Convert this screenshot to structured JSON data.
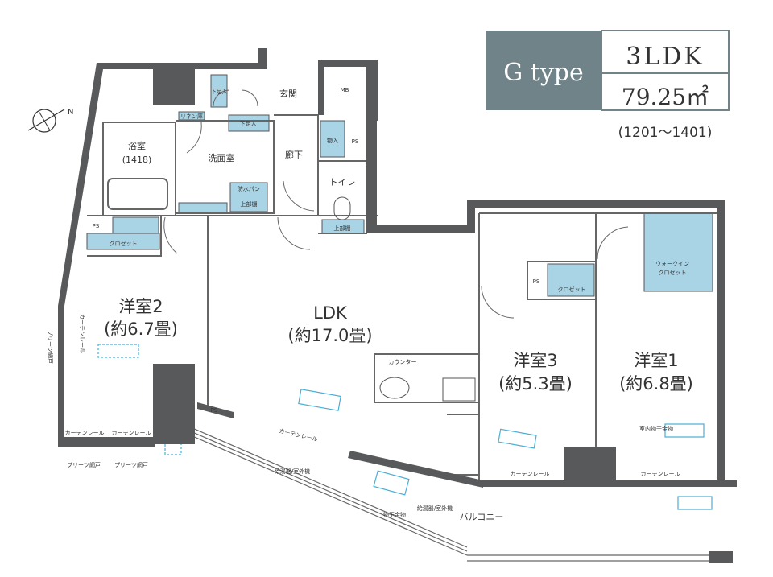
{
  "header": {
    "type_label": "G type",
    "layout": "3LDK",
    "area": "79.25㎡",
    "units": "(1201～1401)"
  },
  "colors": {
    "wall": "#58595b",
    "storage": "#a9d4e6",
    "badge": "#6f8389",
    "window": "#4aaed6"
  },
  "compass": {
    "label": "N",
    "icon": "compass-north-icon"
  },
  "rooms": {
    "ldk": {
      "name": "LDK",
      "size": "(約17.0畳)"
    },
    "room1": {
      "name": "洋室1",
      "size": "(約6.8畳)"
    },
    "room2": {
      "name": "洋室2",
      "size": "(約6.7畳)"
    },
    "room3": {
      "name": "洋室3",
      "size": "(約5.3畳)"
    },
    "bath": {
      "name": "浴室",
      "size": "(1418)"
    },
    "washroom": "洗面室",
    "entrance": "玄関",
    "hallway": "廊下",
    "toilet": "トイレ",
    "balcony": "バルコニー"
  },
  "labels": {
    "mb": "MB",
    "ps": "PS",
    "ps_ldk": "PS",
    "shoe1": "下足入",
    "shoe2": "下足入",
    "linen": "リネン庫",
    "waterproof_pan": "防水パン",
    "upper_cabinet": "上部棚",
    "toilet_cabinet": "上部棚",
    "storage": "物入",
    "closet2": "クロゼット",
    "closet3": "クロゼット",
    "walkin": "ウォークイン",
    "walkin2": "クロゼット",
    "counter": "カウンター",
    "curtain_rail": "カーテンレール",
    "pleats_door": "プリーツ網戸",
    "indoor_dryer": "室内物干金物",
    "outdoor_unit": "室外機",
    "ac_unit": "給湯器/室外機",
    "rain_gutter": "物干金物"
  }
}
